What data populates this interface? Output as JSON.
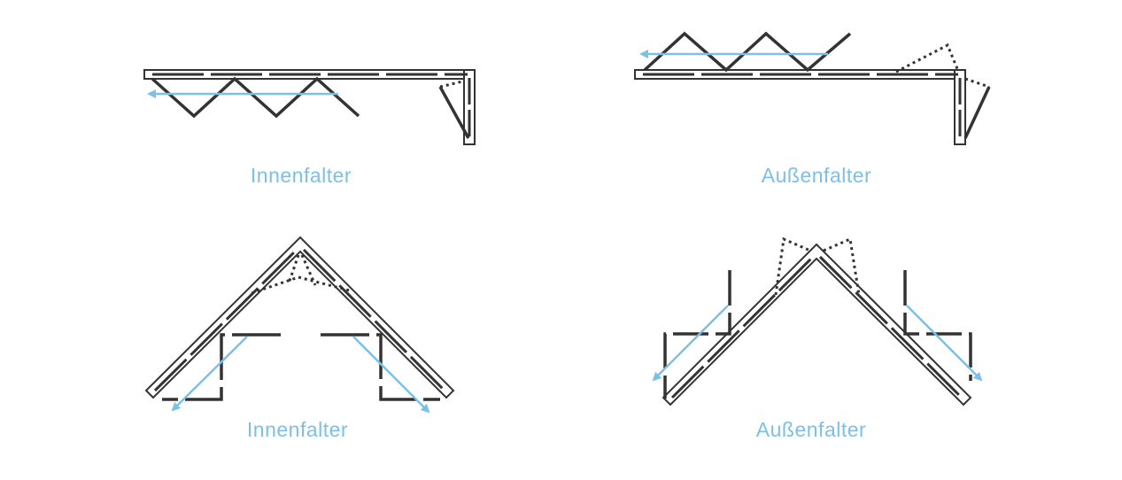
{
  "colors": {
    "accent": "#7cc0e6",
    "line": "#333333"
  },
  "panels": [
    {
      "id": "top-left",
      "caption": "Innenfalter"
    },
    {
      "id": "top-right",
      "caption": "Außenfalter"
    },
    {
      "id": "bottom-left",
      "caption": "Innenfalter"
    },
    {
      "id": "bottom-right",
      "caption": "Außenfalter"
    }
  ]
}
